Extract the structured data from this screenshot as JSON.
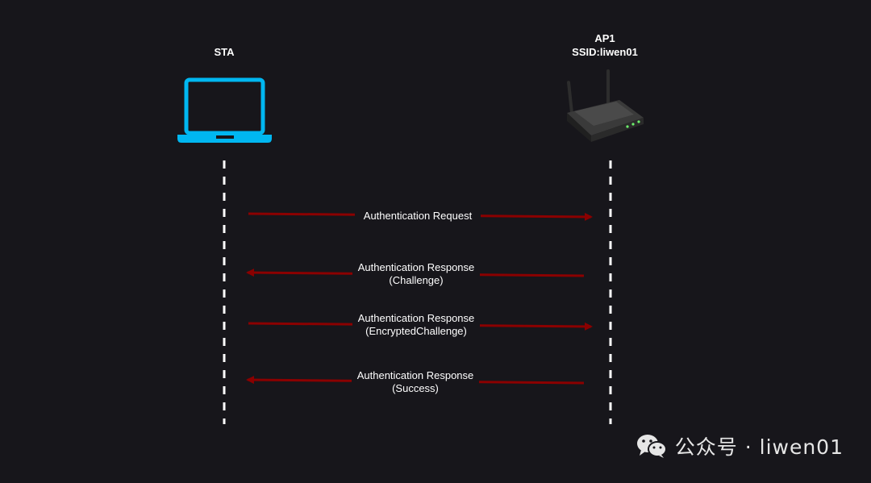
{
  "nodes": {
    "sta": {
      "title": "STA",
      "icon": "laptop-icon",
      "color": "#00b7f1"
    },
    "ap": {
      "title": "AP1",
      "ssid": "SSID:liwen01",
      "icon": "router-icon"
    }
  },
  "messages": [
    {
      "line1": "Authentication Request",
      "line2": "",
      "direction": "sta-to-ap"
    },
    {
      "line1": "Authentication Response",
      "line2": "(Challenge)",
      "direction": "ap-to-sta"
    },
    {
      "line1": "Authentication Response",
      "line2": "(EncryptedChallenge)",
      "direction": "sta-to-ap"
    },
    {
      "line1": "Authentication Response",
      "line2": "(Success)",
      "direction": "ap-to-sta"
    }
  ],
  "colors": {
    "arrow": "#8b0000",
    "background": "#17161b",
    "lifeline": "#ffffff"
  },
  "watermark": {
    "text": "公众号 · liwen01",
    "icon": "wechat-icon"
  }
}
